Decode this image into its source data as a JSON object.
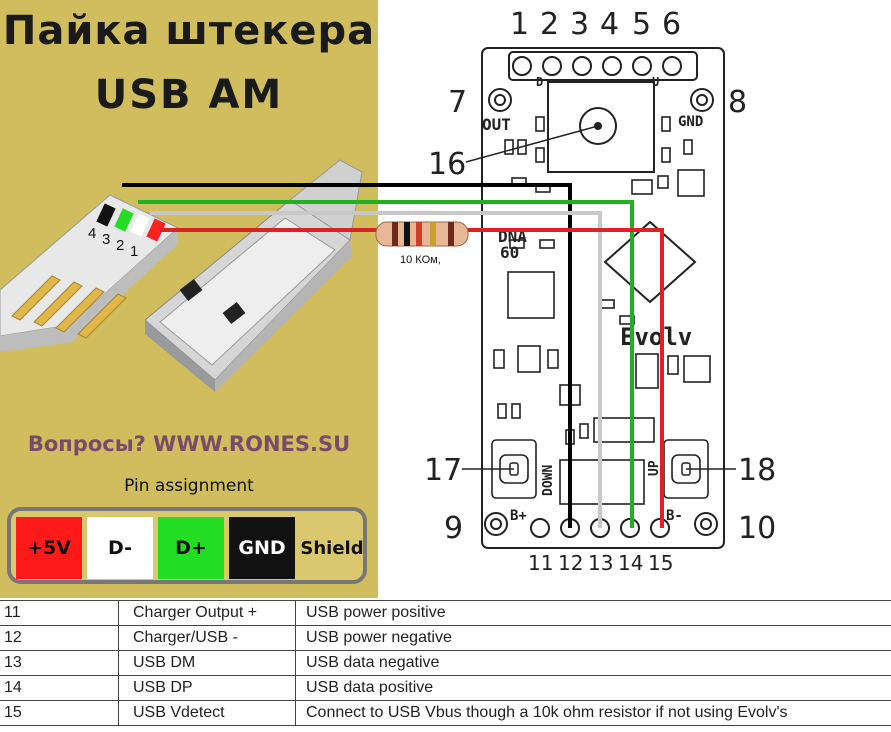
{
  "left_panel": {
    "title_line1": "Пайка штекера",
    "title_line2": "USB AM",
    "plug_pin_numbers": [
      "4",
      "3",
      "2",
      "1"
    ],
    "questions": "Вопросы? WWW.RONES.SU",
    "pin_assignment_label": "Pin assignment",
    "pins": [
      {
        "label": "+5V",
        "color": "#ff1a1a"
      },
      {
        "label": "D-",
        "color": "#ffffff"
      },
      {
        "label": "D+",
        "color": "#22dd22"
      },
      {
        "label": "GND",
        "color": "#111111"
      },
      {
        "label": "Shield",
        "color": "#d9c86e"
      }
    ]
  },
  "board": {
    "top_pins": [
      "1",
      "2",
      "3",
      "4",
      "5",
      "6"
    ],
    "bottom_pins": [
      "11",
      "12",
      "13",
      "14",
      "15"
    ],
    "side_labels": {
      "p7": "7",
      "p8": "8",
      "p9": "9",
      "p10": "10",
      "p16": "16",
      "p17": "17",
      "p18": "18"
    },
    "silkscreen": {
      "out": "OUT",
      "gnd": "GND",
      "dna": "DNA",
      "dna_num": "60",
      "brand": "Evolv",
      "down": "DOWN",
      "up": "UP",
      "b_plus": "B+",
      "b_minus": "B-",
      "d": "D",
      "u": "U"
    },
    "resistor_label": "10 КОм,"
  },
  "wire_colors": {
    "black": "#000000",
    "green": "#22b022",
    "gray": "#c8c8c8",
    "red": "#dd2222"
  },
  "table": {
    "rows": [
      {
        "pin": "11",
        "name": "Charger Output +",
        "desc": "USB power positive"
      },
      {
        "pin": "12",
        "name": "Charger/USB -",
        "desc": "USB power negative"
      },
      {
        "pin": "13",
        "name": "USB DM",
        "desc": "USB data negative"
      },
      {
        "pin": "14",
        "name": "USB DP",
        "desc": "USB data positive"
      },
      {
        "pin": "15",
        "name": "USB Vdetect",
        "desc": "Connect to USB Vbus though a 10k ohm resistor if not using Evolv's"
      }
    ]
  }
}
